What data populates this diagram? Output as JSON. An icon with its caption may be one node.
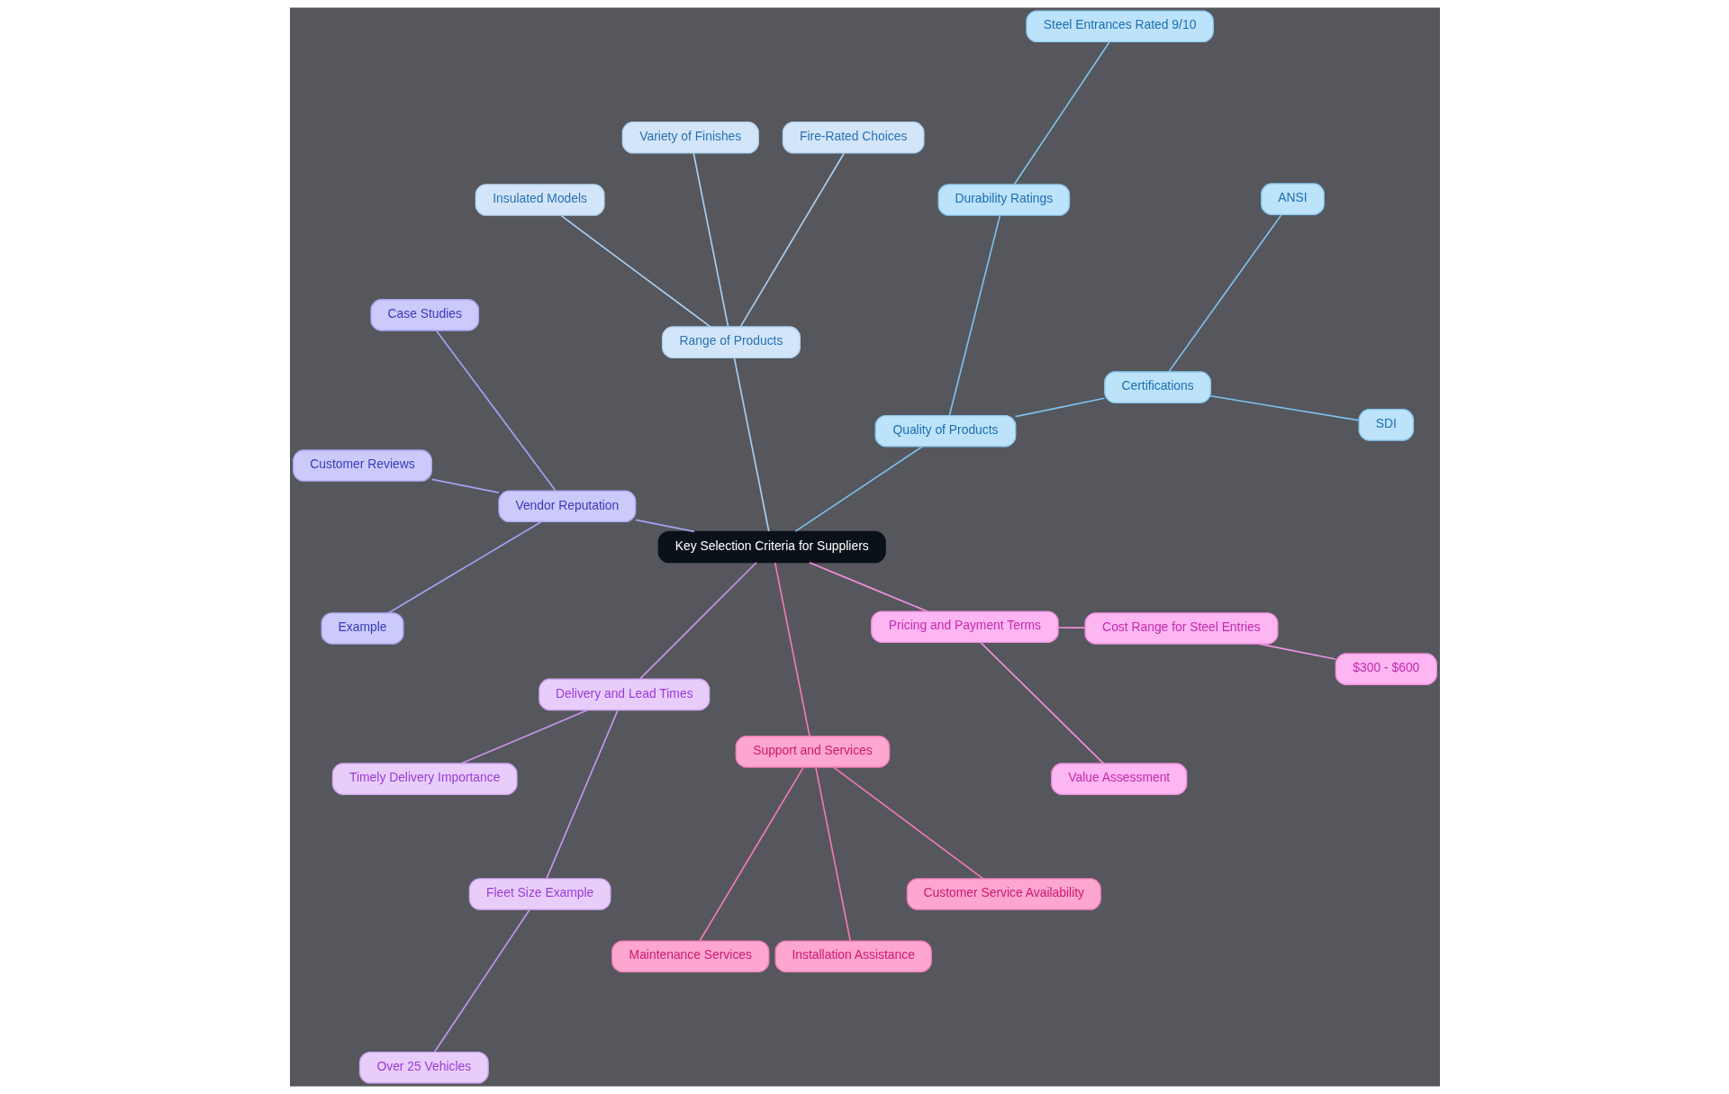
{
  "diagram": {
    "nodes": [
      {
        "text": [
          "Key Selection Criteria for Suppliers"
        ]
      },
      {
        "text": [
          "Quality of Products"
        ]
      },
      {
        "text": [
          "Certifications"
        ]
      },
      {
        "text": [
          "SDI"
        ]
      },
      {
        "text": [
          "ANSI"
        ]
      },
      {
        "text": [
          "Durability Ratings"
        ]
      },
      {
        "text": [
          "Steel Entrances Rated 9/10"
        ]
      },
      {
        "text": [
          "Range of Products"
        ]
      },
      {
        "text": [
          "Fire-Rated Choices"
        ]
      },
      {
        "text": [
          "Variety of Finishes"
        ]
      },
      {
        "text": [
          "Insulated Models"
        ]
      },
      {
        "text": [
          "Vendor Reputation"
        ]
      },
      {
        "text": [
          "Case Studies"
        ]
      },
      {
        "text": [
          "Customer Reviews"
        ]
      },
      {
        "text": [
          "Example"
        ]
      },
      {
        "text": [
          "Delivery and Lead Times"
        ]
      },
      {
        "text": [
          "Timely Delivery Importance"
        ]
      },
      {
        "text": [
          "Fleet Size Example"
        ]
      },
      {
        "text": [
          "Over 25 Vehicles"
        ]
      },
      {
        "text": [
          "Support and Services"
        ]
      },
      {
        "text": [
          "Maintenance Services"
        ]
      },
      {
        "text": [
          "Installation Assistance"
        ]
      },
      {
        "text": [
          "Customer Service Availability"
        ]
      },
      {
        "text": [
          "Pricing and Payment Terms"
        ]
      },
      {
        "text": [
          "Value Assessment"
        ]
      },
      {
        "text": [
          "Cost Range for Steel Entries"
        ]
      },
      {
        "text": [
          "$300 - $600"
        ]
      }
    ],
    "edges": [
      {
        "from": 0,
        "to": 1,
        "arrow": "none",
        "color": "#7fc0ee"
      },
      {
        "from": 1,
        "to": 2,
        "arrow": "none",
        "color": "#7fc0ee"
      },
      {
        "from": 2,
        "to": 3,
        "arrow": "none",
        "color": "#7fc0ee"
      },
      {
        "from": 2,
        "to": 4,
        "arrow": "none",
        "color": "#7fc0ee"
      },
      {
        "from": 1,
        "to": 5,
        "arrow": "none",
        "color": "#7fc0ee"
      },
      {
        "from": 5,
        "to": 6,
        "arrow": "none",
        "color": "#7fc0ee"
      },
      {
        "from": 0,
        "to": 7,
        "arrow": "none",
        "color": "#a9cdf0"
      },
      {
        "from": 7,
        "to": 8,
        "arrow": "none",
        "color": "#a9cdf0"
      },
      {
        "from": 7,
        "to": 9,
        "arrow": "none",
        "color": "#a9cdf0"
      },
      {
        "from": 7,
        "to": 10,
        "arrow": "none",
        "color": "#a9cdf0"
      },
      {
        "from": 0,
        "to": 11,
        "arrow": "none",
        "color": "#a3a3f5"
      },
      {
        "from": 11,
        "to": 12,
        "arrow": "none",
        "color": "#a3a3f5"
      },
      {
        "from": 11,
        "to": 13,
        "arrow": "none",
        "color": "#a3a3f5"
      },
      {
        "from": 11,
        "to": 14,
        "arrow": "none",
        "color": "#a3a3f5"
      },
      {
        "from": 0,
        "to": 15,
        "arrow": "none",
        "color": "#c795ef"
      },
      {
        "from": 15,
        "to": 16,
        "arrow": "none",
        "color": "#c795ef"
      },
      {
        "from": 15,
        "to": 17,
        "arrow": "none",
        "color": "#c795ef"
      },
      {
        "from": 17,
        "to": 18,
        "arrow": "none",
        "color": "#c795ef"
      },
      {
        "from": 0,
        "to": 19,
        "arrow": "none",
        "color": "#f577b4"
      },
      {
        "from": 19,
        "to": 20,
        "arrow": "none",
        "color": "#f577b4"
      },
      {
        "from": 19,
        "to": 21,
        "arrow": "none",
        "color": "#f577b4"
      },
      {
        "from": 19,
        "to": 22,
        "arrow": "none",
        "color": "#f577b4"
      },
      {
        "from": 0,
        "to": 23,
        "arrow": "none",
        "color": "#f08fdc"
      },
      {
        "from": 23,
        "to": 24,
        "arrow": "none",
        "color": "#f08fdc"
      },
      {
        "from": 23,
        "to": 25,
        "arrow": "none",
        "color": "#f08fdc"
      },
      {
        "from": 25,
        "to": 26,
        "arrow": "none",
        "color": "#f08fdc"
      }
    ]
  }
}
